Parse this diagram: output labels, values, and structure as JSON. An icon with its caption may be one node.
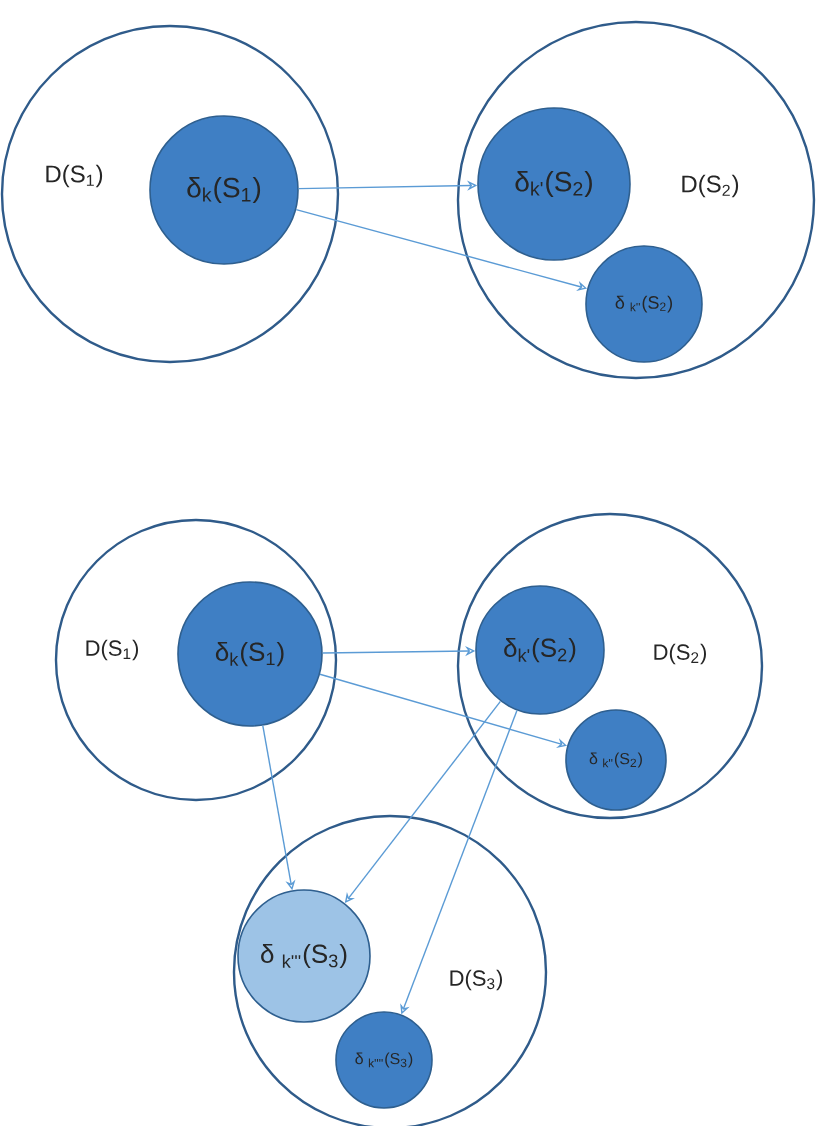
{
  "diagram": {
    "nodes": [
      {
        "text": [
          "D(S$_{1}$)"
        ]
      },
      {
        "text": [
          "δ$_{k}$(S$_{1}$)"
        ],
        "in": 0
      },
      {
        "text": [
          "D(S$_{2}$)"
        ]
      },
      {
        "text": [
          "δ$_{k'}$(S$_{2}$)"
        ],
        "in": 2
      },
      {
        "text": [
          "δ $_{k''}$(S$_{2}$)"
        ],
        "in": 2
      },
      {
        "text": [
          "D(S$_{1}$)"
        ]
      },
      {
        "text": [
          "δ$_{k}$(S$_{1}$)"
        ],
        "in": 5
      },
      {
        "text": [
          "D(S$_{2}$)"
        ]
      },
      {
        "text": [
          "δ$_{k'}$(S$_{2}$)"
        ],
        "in": 7
      },
      {
        "text": [
          "δ $_{k''}$(S$_{2}$)"
        ],
        "in": 7
      },
      {
        "text": [
          "D(S$_{3}$)"
        ]
      },
      {
        "text": [
          "δ $_{k'''}$(S$_{3}$)"
        ],
        "in": 10
      },
      {
        "text": [
          "δ $_{k''''}$(S$_{3}$)"
        ],
        "in": 10
      }
    ],
    "edges": [
      {
        "from": 1,
        "to": 3,
        "arrow": "to"
      },
      {
        "from": 1,
        "to": 4,
        "arrow": "to"
      },
      {
        "from": 6,
        "to": 8,
        "arrow": "to"
      },
      {
        "from": 6,
        "to": 9,
        "arrow": "to"
      },
      {
        "from": 6,
        "to": 11,
        "arrow": "to"
      },
      {
        "from": 8,
        "to": 11,
        "arrow": "to"
      },
      {
        "from": 8,
        "to": 12,
        "arrow": "to"
      }
    ]
  }
}
